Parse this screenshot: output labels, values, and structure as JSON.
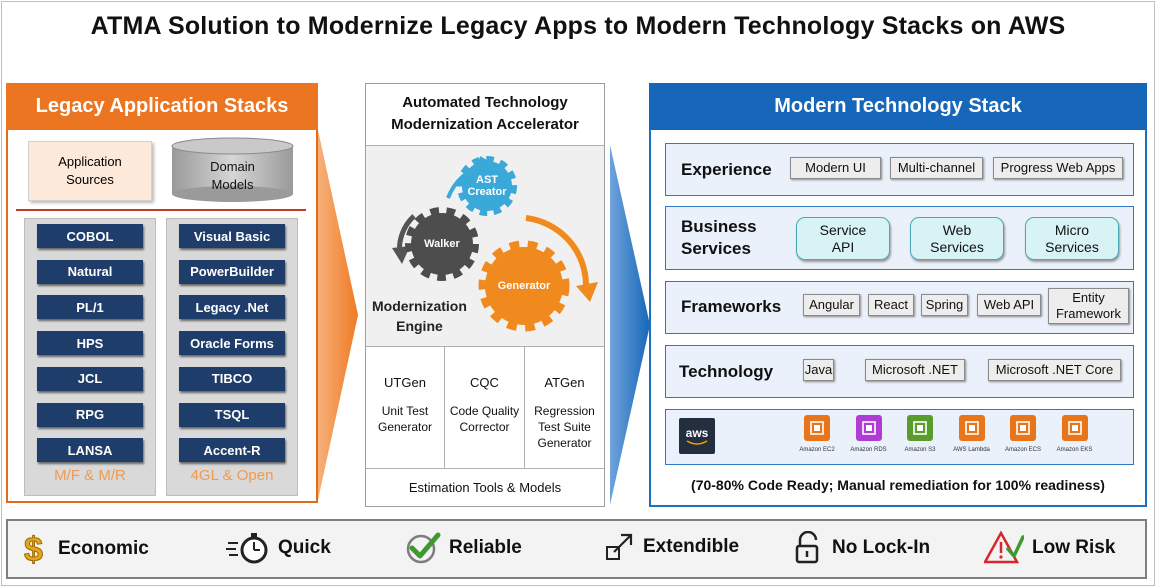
{
  "title": "ATMA Solution to Modernize Legacy Apps to Modern Technology Stacks on AWS",
  "legacy": {
    "header": "Legacy Application Stacks",
    "sources_line1": "Application",
    "sources_line2": "Sources",
    "domain_line1": "Domain",
    "domain_line2": "Models",
    "col1": [
      "COBOL",
      "Natural",
      "PL/1",
      "HPS",
      "JCL",
      "RPG",
      "LANSA"
    ],
    "col1_footer": "M/F & M/R",
    "col2": [
      "Visual Basic",
      "PowerBuilder",
      "Legacy .Net",
      "Oracle Forms",
      "TIBCO",
      "TSQL",
      "Accent-R"
    ],
    "col2_footer": "4GL & Open"
  },
  "accelerator": {
    "title_line1": "Automated Technology",
    "title_line2": "Modernization Accelerator",
    "gear_ast_line1": "AST",
    "gear_ast_line2": "Creator",
    "gear_walker": "Walker",
    "gear_generator": "Generator",
    "engine_line1": "Modernization",
    "engine_line2": "Engine",
    "tools": [
      {
        "name": "UTGen",
        "line1": "Unit Test",
        "line2": "Generator",
        "line3": ""
      },
      {
        "name": "CQC",
        "line1": "Code Quality",
        "line2": "Corrector",
        "line3": ""
      },
      {
        "name": "ATGen",
        "line1": "Regression",
        "line2": "Test Suite",
        "line3": "Generator"
      }
    ],
    "footer": "Estimation Tools & Models"
  },
  "modern": {
    "header": "Modern Technology Stack",
    "experience": {
      "label": "Experience",
      "tags": [
        "Modern UI",
        "Multi-channel",
        "Progress Web Apps"
      ]
    },
    "business": {
      "label_line1": "Business",
      "label_line2": "Services",
      "services": [
        {
          "line1": "Service",
          "line2": "API"
        },
        {
          "line1": "Web",
          "line2": "Services"
        },
        {
          "line1": "Micro",
          "line2": "Services"
        }
      ]
    },
    "frameworks": {
      "label": "Frameworks",
      "tags": [
        "Angular",
        "React",
        "Spring",
        "Web API"
      ],
      "entity_line1": "Entity",
      "entity_line2": "Framework"
    },
    "technology": {
      "label": "Technology",
      "tags": [
        "Java",
        "Microsoft .NET",
        "Microsoft .NET Core"
      ]
    },
    "aws": {
      "logo": "aws",
      "services": [
        {
          "label": "Amazon EC2",
          "color": "#e8751a"
        },
        {
          "label": "Amazon RDS",
          "color": "#b03cd6"
        },
        {
          "label": "Amazon S3",
          "color": "#5a9b2e"
        },
        {
          "label": "AWS Lambda",
          "color": "#e8751a"
        },
        {
          "label": "Amazon ECS",
          "color": "#e8751a"
        },
        {
          "label": "Amazon EKS",
          "color": "#e8751a"
        }
      ]
    },
    "code_ready": "(70-80% Code Ready; Manual remediation for 100% readiness)"
  },
  "benefits": [
    {
      "label": "Economic",
      "icon": "dollar-icon"
    },
    {
      "label": "Quick",
      "icon": "stopwatch-icon"
    },
    {
      "label": "Reliable",
      "icon": "checkmark-icon"
    },
    {
      "label": "Extendible",
      "icon": "expand-arrow-icon"
    },
    {
      "label": "No Lock-In",
      "icon": "unlocked-padlock-icon"
    },
    {
      "label": "Low Risk",
      "icon": "warning-icon"
    }
  ],
  "colors": {
    "orange": "#ec7522",
    "navy": "#1f3d6b",
    "blue": "#1667b9",
    "gear_orange": "#f08a1e",
    "gear_gray": "#555555",
    "gear_teal": "#3aa8d8"
  }
}
